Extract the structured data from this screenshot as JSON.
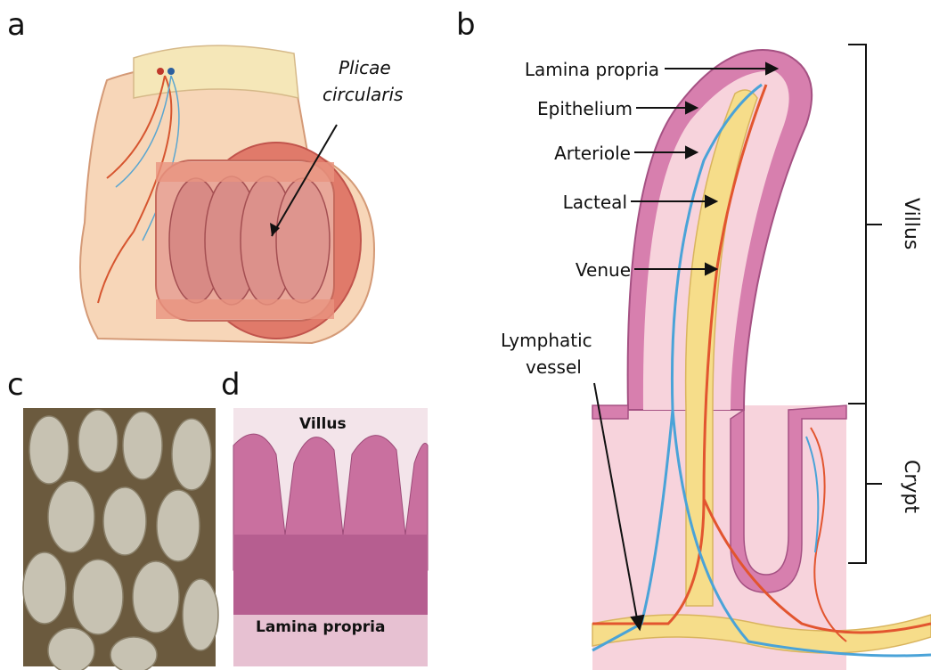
{
  "panels": {
    "a": "a",
    "b": "b",
    "c": "c",
    "d": "d"
  },
  "panel_a": {
    "label_line1": "Plicae",
    "label_line2": "circularis"
  },
  "panel_b": {
    "labels": [
      "Lamina propria",
      "Epithelium",
      "Arteriole",
      "Lacteal",
      "Venue"
    ],
    "lymph_line1": "Lymphatic",
    "lymph_line2": "vessel",
    "bracket_villus": "Villus",
    "bracket_crypt": "Crypt"
  },
  "panel_d": {
    "top_label": "Villus",
    "bottom_label": "Lamina propria"
  },
  "colors": {
    "epithelium": "#d77fae",
    "lamina": "#f7d3dc",
    "lacteal": "#f6dd8a",
    "arteriole": "#e2552f",
    "venule": "#4aa3d8",
    "histo": "#c9709f",
    "sem": "#b8b4a6"
  }
}
